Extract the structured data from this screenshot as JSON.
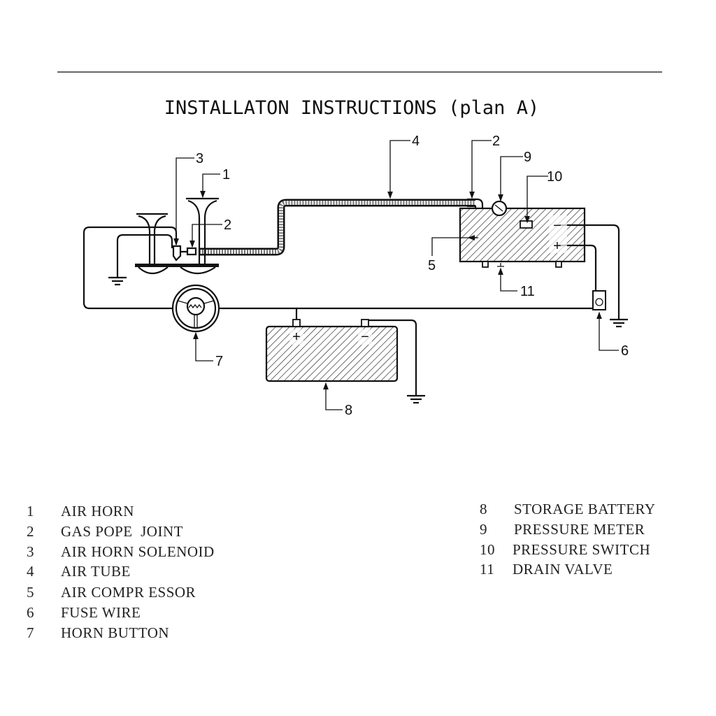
{
  "title": "INSTALLATON INSTRUCTIONS (plan A)",
  "callouts": {
    "c1": "1",
    "c3": "3",
    "c2a": "2",
    "c4": "4",
    "c2b": "2",
    "c9": "9",
    "c10": "10",
    "c5": "5",
    "c11": "11",
    "c6": "6",
    "c7": "7",
    "c8": "8"
  },
  "polarity": {
    "plus": "+",
    "minus": "−"
  },
  "legend": [
    {
      "num": "1",
      "text": "AIR HORN"
    },
    {
      "num": "2",
      "text": "GAS POPE  JOINT"
    },
    {
      "num": "3",
      "text": "AIR HORN SOLENOID"
    },
    {
      "num": "4",
      "text": "AIR TUBE"
    },
    {
      "num": "5",
      "text": "AIR COMPR ESSOR"
    },
    {
      "num": "6",
      "text": "FUSE WIRE"
    },
    {
      "num": "7",
      "text": "HORN BUTTON"
    },
    {
      "num": "8",
      "text": "STORAGE BATTERY"
    },
    {
      "num": "9",
      "text": "PRESSURE METER"
    },
    {
      "num": "10",
      "text": "PRESSURE SWITCH"
    },
    {
      "num": "11",
      "text": "DRAIN VALVE"
    }
  ]
}
